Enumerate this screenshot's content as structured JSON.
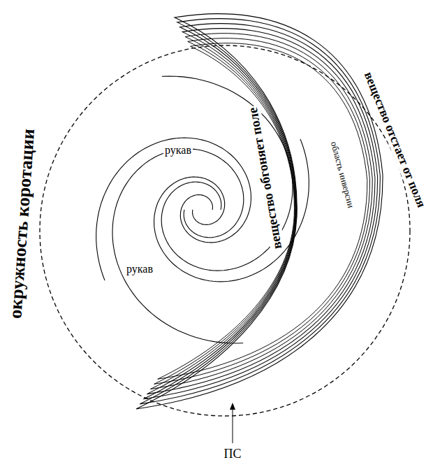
{
  "diagram": {
    "labels": [
      "вещество отстает от поля",
      "вещество обгоняет поле",
      "область инверсии",
      "окружность коротации",
      "рукав",
      "рукав",
      "ПС"
    ]
  }
}
